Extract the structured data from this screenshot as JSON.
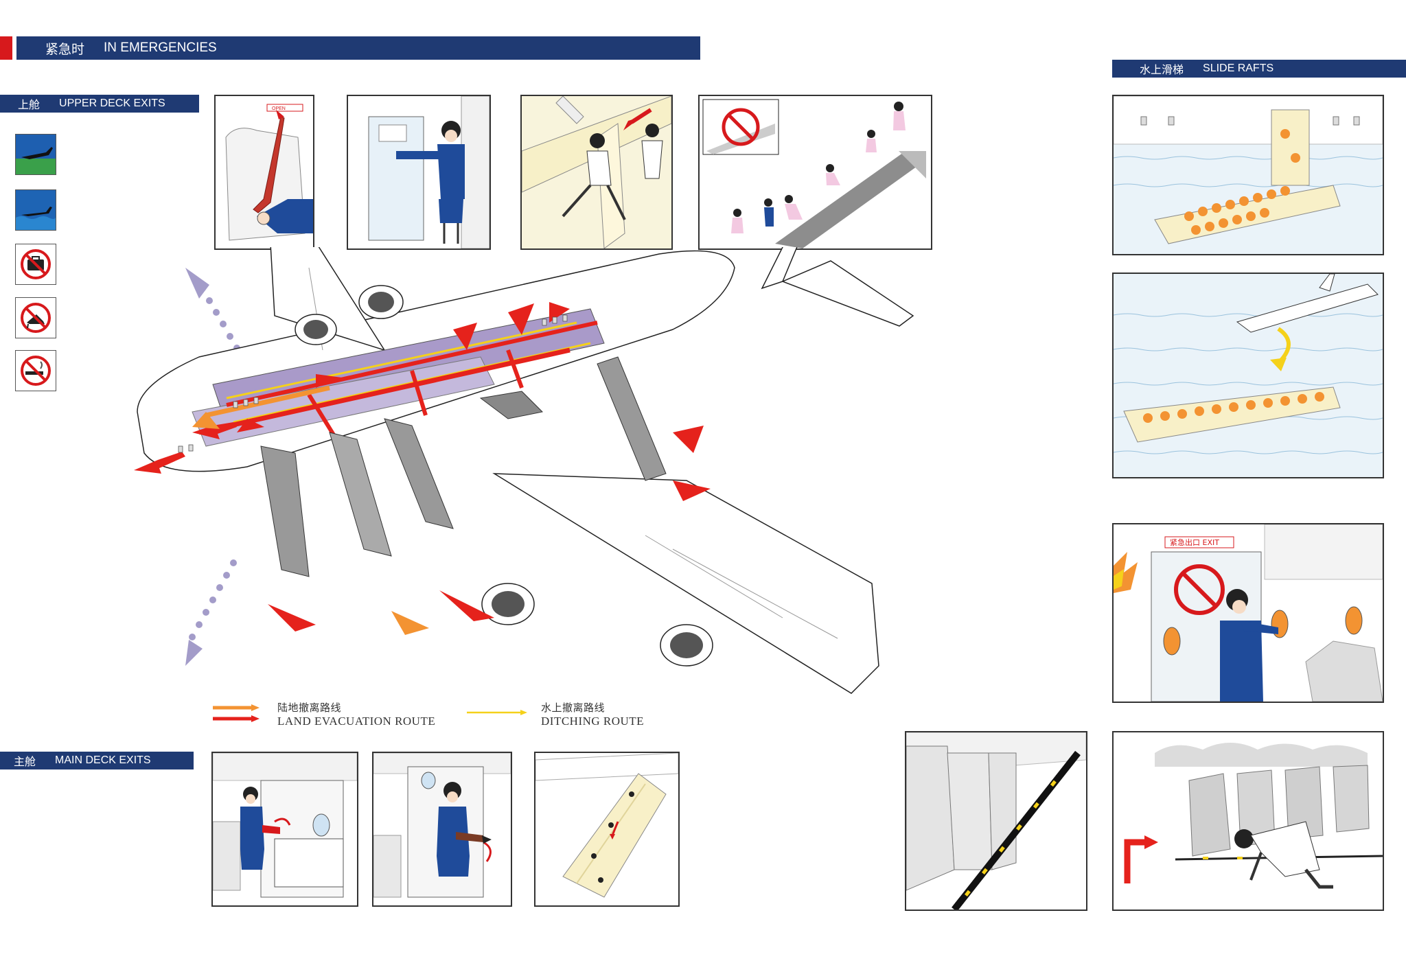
{
  "header": {
    "cn": "紧急时",
    "en": "IN EMERGENCIES"
  },
  "upper_deck": {
    "cn": "上舱",
    "en": "UPPER DECK EXITS"
  },
  "main_deck": {
    "cn": "主舱",
    "en": "MAIN DECK EXITS"
  },
  "slide_rafts": {
    "cn": "水上滑梯",
    "en": "SLIDE RAFTS"
  },
  "legend": {
    "land_cn": "陆地撤离路线",
    "land_en": "LAND EVACUATION ROUTE",
    "ditch_cn": "水上撤离路线",
    "ditch_en": "DITCHING ROUTE"
  },
  "door_labels": {
    "open": "OPEN"
  },
  "exit_sign": {
    "text": "紧急出口 EXIT"
  },
  "icons": [
    "land-plane-icon",
    "water-plane-icon",
    "no-baggage-icon",
    "no-high-heels-icon",
    "no-smoking-icon"
  ],
  "colors": {
    "header_blue": "#1f3a73",
    "route_red": "#e5221c",
    "route_orange": "#f39332",
    "ditch_yellow": "#f5d11a",
    "cabin_purple": "#a99ac9",
    "arrow_lilac": "#a39cc9"
  }
}
